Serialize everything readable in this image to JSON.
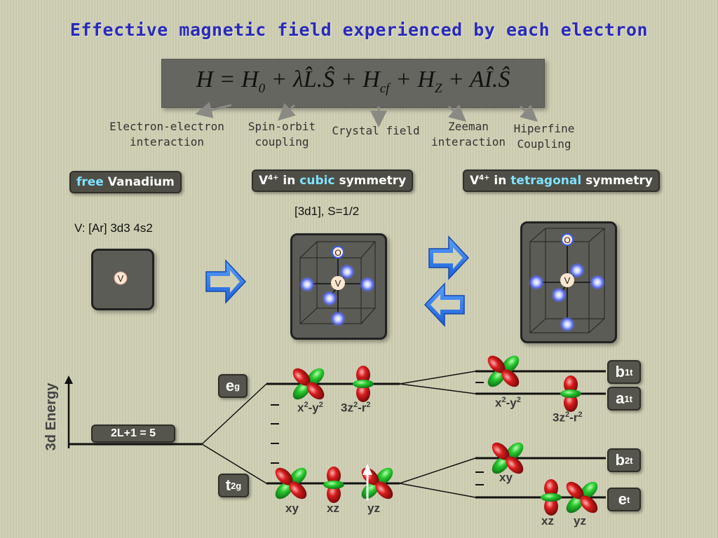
{
  "title": "Effective magnetic field experienced by each electron",
  "hamiltonian": {
    "H": "H",
    "eq": " = ",
    "H0": "H",
    "sub0": "0",
    "so": " + λL̂.Ŝ + H",
    "subcf": "cf",
    "z": " + H",
    "subZ": "Z",
    "hf": " + AÎ.Ŝ"
  },
  "terms": [
    "Electron-electron\ninteraction",
    "Spin-orbit\ncoupling",
    "Crystal field",
    "Zeeman\ninteraction",
    "Hiperfine\nCoupling"
  ],
  "panels": {
    "free": {
      "highlight": "free",
      "rest": " Vanadium",
      "config": "V: [Ar] 3d3 4s2",
      "atom": "V"
    },
    "cubic": {
      "prefix": "V",
      "charge": "4+",
      "in": " in ",
      "highlight": "cubic",
      "rest": " symmetry",
      "config": "[3d1], S=1/2",
      "atom": "V",
      "ligand": "O"
    },
    "tetragonal": {
      "prefix": "V",
      "charge": "4+",
      "in": " in ",
      "highlight": "tetragonal",
      "rest": " symmetry",
      "atom": "V",
      "ligand": "O"
    }
  },
  "energy": {
    "axis_label": "3d Energy",
    "free_level": "2L+1 = 5",
    "eg": {
      "main": "e",
      "sub": "g"
    },
    "t2g": {
      "main": "t",
      "sub": "2g"
    },
    "b1t": {
      "main": "b",
      "sub": "1t"
    },
    "a1t": {
      "main": "a",
      "sub": "1t"
    },
    "b2t": {
      "main": "b",
      "sub": "2t"
    },
    "et": {
      "main": "e",
      "sub": "t"
    }
  },
  "orbitals": {
    "x2y2_cubic": {
      "a": "x",
      "b": "2",
      "c": "-y",
      "d": "2"
    },
    "z2_cubic": {
      "a": "3z",
      "b": "2",
      "c": "-r",
      "d": "2"
    },
    "xy_cubic": "xy",
    "xz_cubic": "xz",
    "yz_cubic": "yz",
    "x2y2_tet": {
      "a": "x",
      "b": "2",
      "c": "-y",
      "d": "2"
    },
    "z2_tet": {
      "a": "3z",
      "b": "2",
      "c": "-r",
      "d": "2"
    },
    "xy_tet": "xy",
    "xz_tet": "xz",
    "yz_tet": "yz"
  },
  "colors": {
    "title": "#2a2ab8",
    "arrow_blue": "#2d7be8",
    "lobe_green": "#1fbb2a",
    "lobe_red": "#d41a1a",
    "highlight": "#7fe3ff"
  }
}
